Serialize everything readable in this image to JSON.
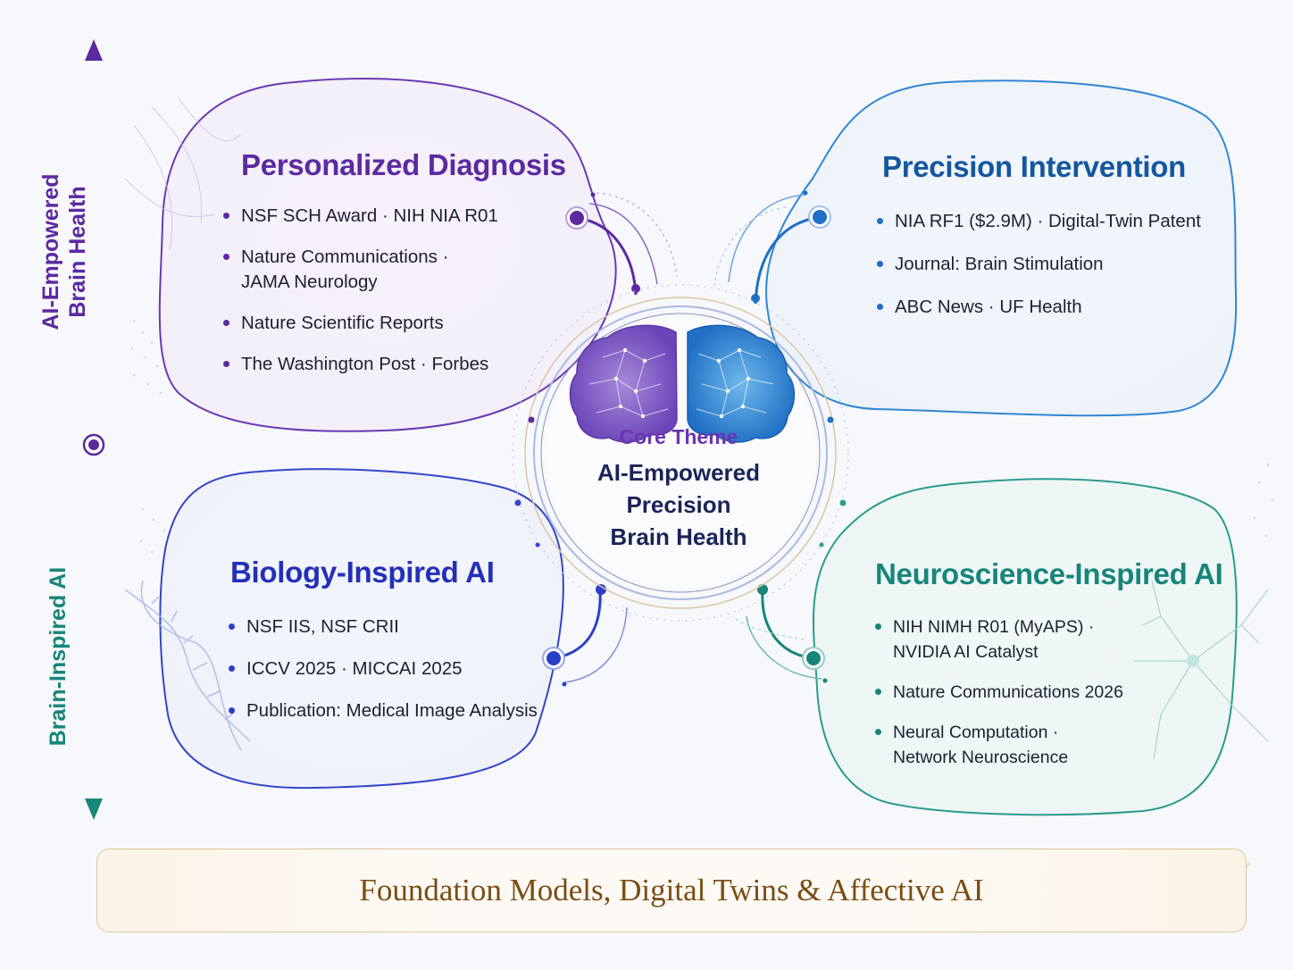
{
  "axis": {
    "top_label_line1": "AI-Empowered",
    "top_label_line2": "Brain Health",
    "bottom_label": "Brain-Inspired AI"
  },
  "center": {
    "eyebrow": "Core Theme",
    "title_line1": "AI-Empowered",
    "title_line2": "Precision",
    "title_line3": "Brain Health"
  },
  "quadrants": {
    "personalized_diagnosis": {
      "title": "Personalized Diagnosis",
      "items": [
        {
          "line1": "NSF SCH Award · NIH NIA R01",
          "line2": ""
        },
        {
          "line1": "Nature Communications ·",
          "line2": "JAMA Neurology"
        },
        {
          "line1": "Nature Scientific Reports",
          "line2": ""
        },
        {
          "line1": "The Washington Post · Forbes",
          "line2": ""
        }
      ]
    },
    "precision_intervention": {
      "title": "Precision Intervention",
      "items": [
        {
          "line1": "NIA RF1 ($2.9M) · Digital-Twin Patent",
          "line2": ""
        },
        {
          "line1": "Journal: Brain Stimulation",
          "line2": ""
        },
        {
          "line1": "ABC News · UF Health",
          "line2": ""
        }
      ]
    },
    "biology_inspired_ai": {
      "title": "Biology-Inspired AI",
      "items": [
        {
          "line1": "NSF IIS, NSF CRII",
          "line2": ""
        },
        {
          "line1": "ICCV 2025 · MICCAI 2025",
          "line2": ""
        },
        {
          "line1": "Publication: Medical Image Analysis",
          "line2": ""
        }
      ]
    },
    "neuroscience_inspired_ai": {
      "title": "Neuroscience-Inspired AI",
      "items": [
        {
          "line1": "NIH NIMH R01 (MyAPS) ·",
          "line2": "NVIDIA AI Catalyst"
        },
        {
          "line1": "Nature Communications 2026",
          "line2": ""
        },
        {
          "line1": "Neural Computation ·",
          "line2": "Network Neuroscience"
        }
      ]
    }
  },
  "footer": {
    "text": "Foundation Models, Digital Twins & Affective AI"
  },
  "colors": {
    "purple": "#5b2aa0",
    "blue": "#1f6fc4",
    "indigo": "#2a3fc8",
    "teal": "#17857a",
    "gold": "#7a4d12"
  }
}
